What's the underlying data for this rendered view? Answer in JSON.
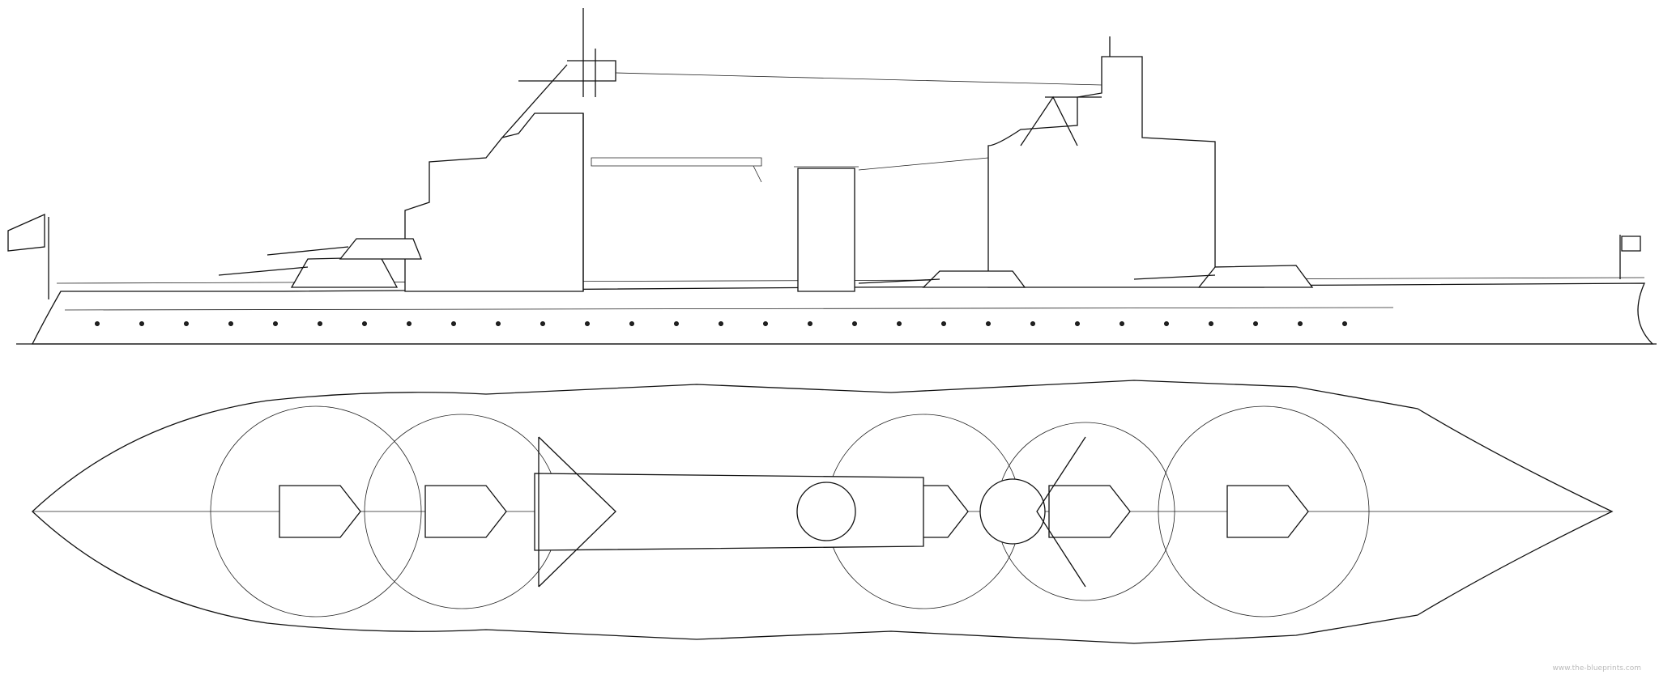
{
  "drawing": {
    "subject": "battleship",
    "views": [
      "side-profile",
      "top-plan"
    ],
    "watermark": "www.the-blueprints.com",
    "line_color": "#111111",
    "background": "#ffffff"
  }
}
